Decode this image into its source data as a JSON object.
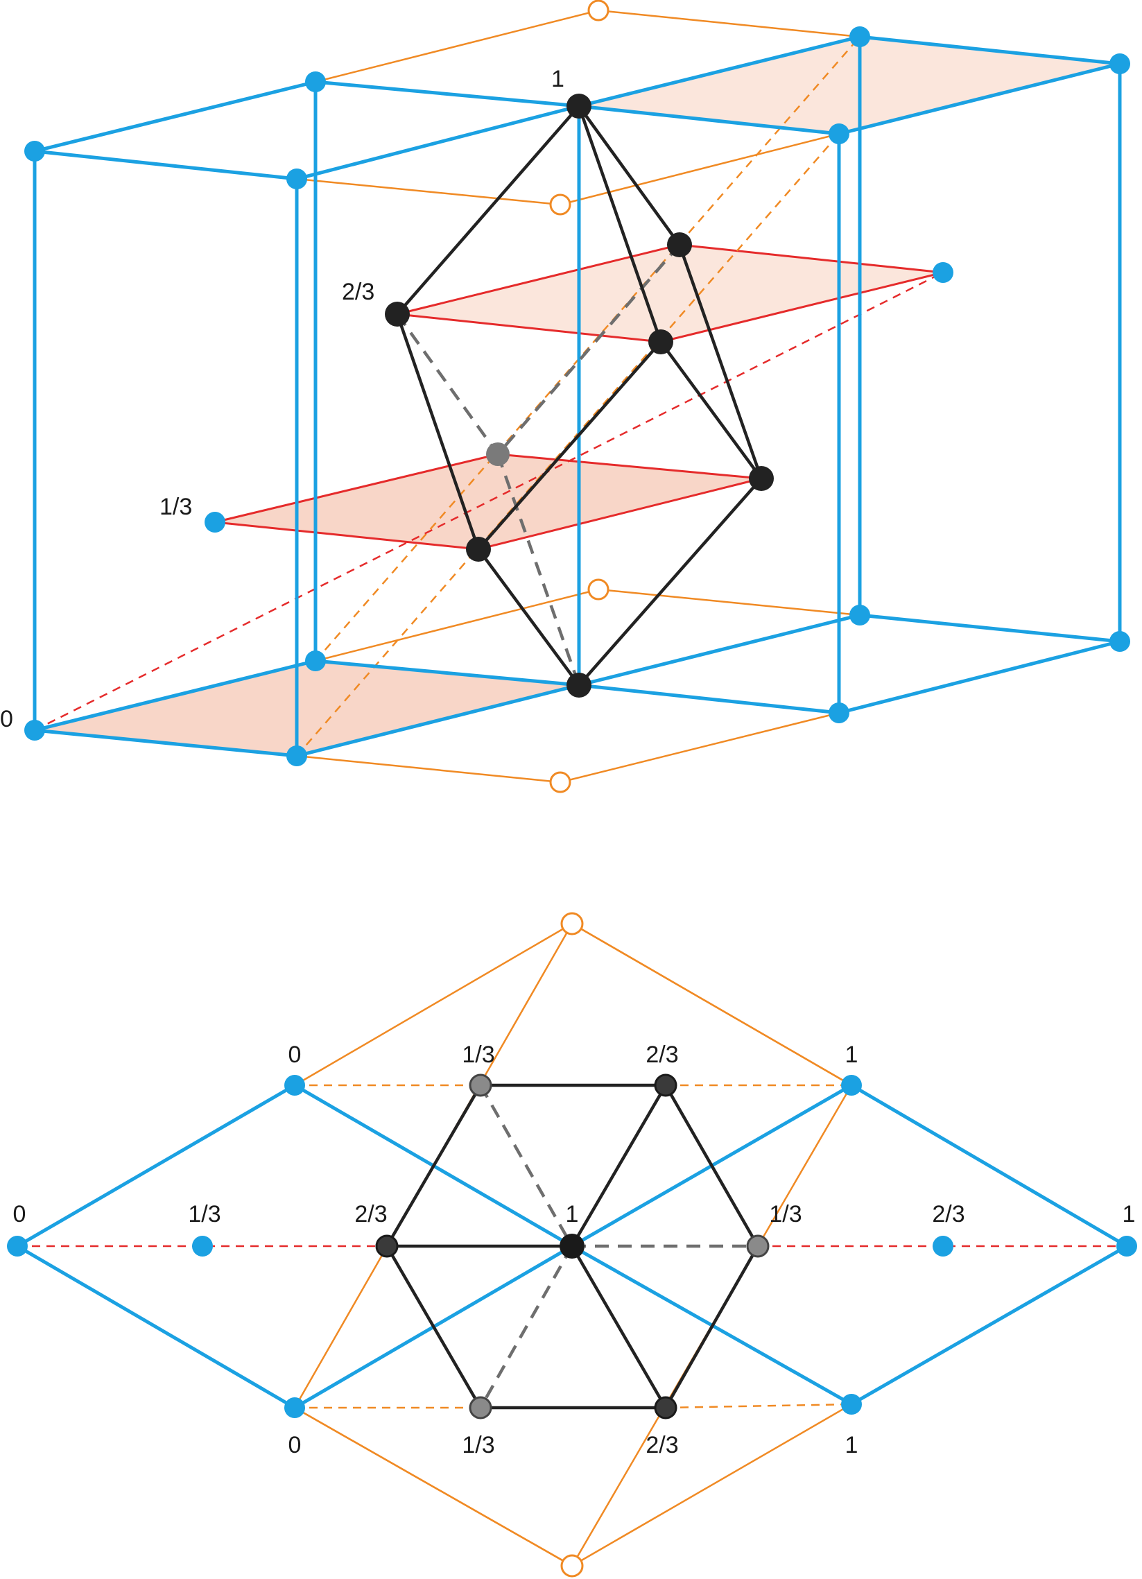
{
  "colors": {
    "blue": "#1ba1e2",
    "orange": "#f08a24",
    "red": "#e52b2b",
    "black": "#222222",
    "gray_fill": "#7a7a7a",
    "gray_dash": "#6e6e6e",
    "face_fill": "#f8d6c8",
    "face_fill_light": "#fbe6dc"
  },
  "top_view": {
    "labels": {
      "top": "1",
      "two_thirds": "2/3",
      "one_third": "1/3",
      "zero": "0"
    }
  },
  "bottom_view": {
    "labels": {
      "top_left": "0",
      "top_inner_left": "1/3",
      "top_inner_right": "2/3",
      "top_right": "1",
      "mid_left": "0",
      "mid_inner_left": "1/3",
      "mid_hex_left": "2/3",
      "center": "1",
      "mid_hex_right": "1/3",
      "mid_inner_right": "2/3",
      "mid_right": "1",
      "bot_left": "0",
      "bot_inner_left": "1/3",
      "bot_inner_right": "2/3",
      "bot_right": "1"
    }
  }
}
